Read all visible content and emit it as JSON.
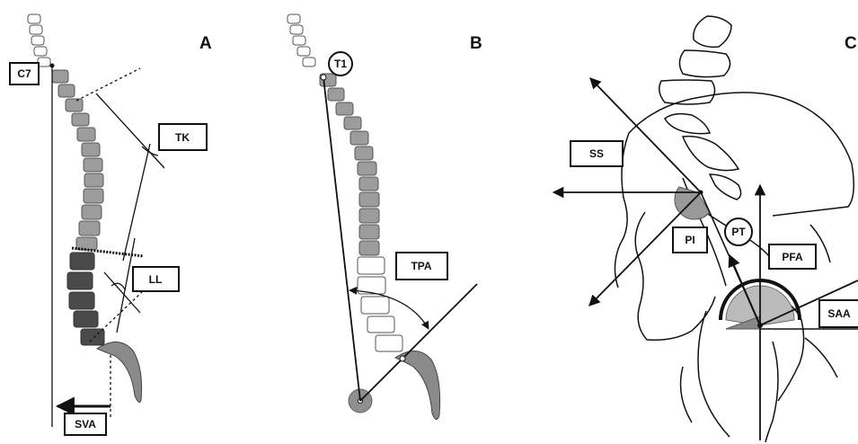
{
  "panels": {
    "a": {
      "letter": "A",
      "labels": {
        "c7": "C7",
        "tk": "TK",
        "ll": "LL",
        "sva": "SVA"
      }
    },
    "b": {
      "letter": "B",
      "labels": {
        "t1": "T1",
        "tpa": "TPA"
      }
    },
    "c": {
      "letter": "C",
      "labels": {
        "ss": "SS",
        "pi": "PI",
        "pt": "PT",
        "pfa": "PFA",
        "saa": "SAA"
      }
    }
  },
  "colors": {
    "line": "#111111",
    "cervical": "#ffffff",
    "thoracic": "#9c9c9c",
    "lumbar": "#4a4a4a",
    "sacrum": "#8a8a8a"
  }
}
